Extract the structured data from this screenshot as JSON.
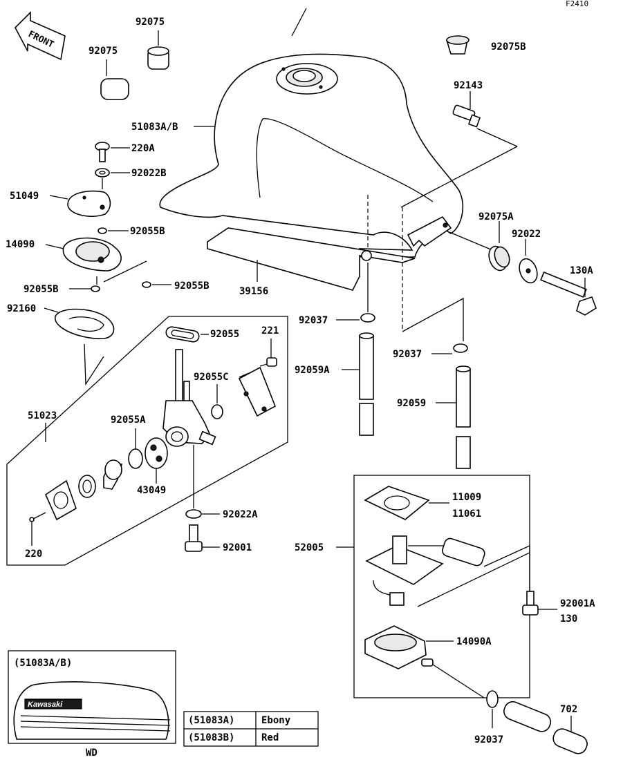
{
  "diagram_code": "F2410",
  "front_label": "FRONT",
  "parts": {
    "p92075_top": "92075",
    "p92075_left": "92075",
    "p92075B": "92075B",
    "p92143": "92143",
    "p51083AB": "51083A/B",
    "p220A": "220A",
    "p92022B": "92022B",
    "p51049": "51049",
    "p92055B_a": "92055B",
    "p14090": "14090",
    "p92055B_b": "92055B",
    "p92055B_c": "92055B",
    "p39156": "39156",
    "p92075A": "92075A",
    "p92022": "92022",
    "p130A": "130A",
    "p92160": "92160",
    "p92037_a": "92037",
    "p92037_b": "92037",
    "p92055": "92055",
    "p221": "221",
    "p92055C": "92055C",
    "p92059A": "92059A",
    "p92059": "92059",
    "p51023": "51023",
    "p92055A": "92055A",
    "p43049": "43049",
    "p92022A": "92022A",
    "p92001": "92001",
    "p220": "220",
    "p11009": "11009",
    "p11061": "11061",
    "p52005": "52005",
    "p92001A": "92001A",
    "p130": "130",
    "p14090A": "14090A",
    "p702": "702",
    "p92037_c": "92037"
  },
  "inset": {
    "title": "(51083A/B)",
    "brand": "Kawasaki",
    "caption": "WD"
  },
  "color_table": [
    {
      "code": "(51083A)",
      "color": "Ebony"
    },
    {
      "code": "(51083B)",
      "color": "Red"
    }
  ]
}
